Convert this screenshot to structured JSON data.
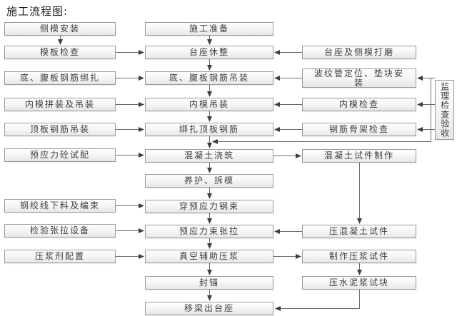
{
  "title": "施工流程图:",
  "colors": {
    "background": "#ffffff",
    "box_border": "#9a9a9a",
    "box_fill_top": "#fefefe",
    "box_fill_bottom": "#e7e7e7",
    "line": "#6b6b6b",
    "arrowhead": "#3f3f3f",
    "text": "#3d3d3d"
  },
  "nodes": {
    "side_mold_install": "侧模安装",
    "formwork_check": "模板检查",
    "bottom_web_rebar_binding": "底、腹板钢筋绑扎",
    "inner_mold_assembly": "内模拼装及吊装",
    "top_plate_rebar_hoist": "顶板钢筋吊装",
    "prestress_concrete_trial_mix": "预应力砼试配",
    "strand_cutting_bundling": "钢绞线下料及编束",
    "tension_equipment_check": "检验张拉设备",
    "grout_agent_prep": "压浆剂配置",
    "construction_prep": "施工准备",
    "pedestal_repair": "台座休整",
    "bottom_web_rebar_hoist": "底、腹板钢筋吊装",
    "inner_mold_hoist": "内模吊装",
    "top_plate_rebar_binding": "绑扎顶板钢筋",
    "concrete_pouring": "混凝土浇筑",
    "curing_demold": "养护、拆模",
    "thread_prestress_tendon": "穿预应力钢束",
    "tendon_tensioning": "预应力束张拉",
    "vacuum_grouting": "真空辅助压浆",
    "anchor_sealing": "封锚",
    "beam_removal": "移梁出台座",
    "pedestal_mold_grinding": "台座及侧模打磨",
    "duct_positioning": "波纹管定位、垫块安装",
    "inner_mold_check": "内模检查",
    "rebar_cage_check": "钢筋骨架检查",
    "concrete_specimen_making": "混凝土试件制作",
    "concrete_specimen_test": "压混凝土试件",
    "grout_specimen_making": "制作压浆试件",
    "cement_grout_block_test": "压水泥浆试块",
    "supervision_inspection": "监理检查验收"
  },
  "edges": [
    {
      "from": "side_mold_install",
      "to": "formwork_check"
    },
    {
      "from": "formwork_check",
      "to": "pedestal_repair"
    },
    {
      "from": "bottom_web_rebar_binding",
      "to": "bottom_web_rebar_hoist"
    },
    {
      "from": "inner_mold_assembly",
      "to": "inner_mold_hoist"
    },
    {
      "from": "top_plate_rebar_hoist",
      "to": "top_plate_rebar_binding"
    },
    {
      "from": "prestress_concrete_trial_mix",
      "to": "concrete_pouring"
    },
    {
      "from": "strand_cutting_bundling",
      "to": "thread_prestress_tendon"
    },
    {
      "from": "tension_equipment_check",
      "to": "tendon_tensioning"
    },
    {
      "from": "grout_agent_prep",
      "to": "vacuum_grouting"
    },
    {
      "from": "construction_prep",
      "to": "pedestal_repair"
    },
    {
      "from": "pedestal_repair",
      "to": "bottom_web_rebar_hoist"
    },
    {
      "from": "bottom_web_rebar_hoist",
      "to": "inner_mold_hoist"
    },
    {
      "from": "inner_mold_hoist",
      "to": "top_plate_rebar_binding"
    },
    {
      "from": "top_plate_rebar_binding",
      "to": "concrete_pouring"
    },
    {
      "from": "concrete_pouring",
      "to": "curing_demold"
    },
    {
      "from": "curing_demold",
      "to": "thread_prestress_tendon"
    },
    {
      "from": "thread_prestress_tendon",
      "to": "tendon_tensioning"
    },
    {
      "from": "tendon_tensioning",
      "to": "vacuum_grouting"
    },
    {
      "from": "vacuum_grouting",
      "to": "anchor_sealing"
    },
    {
      "from": "anchor_sealing",
      "to": "beam_removal"
    },
    {
      "from": "pedestal_mold_grinding",
      "to": "pedestal_repair"
    },
    {
      "from": "duct_positioning",
      "to": "bottom_web_rebar_hoist"
    },
    {
      "from": "inner_mold_check",
      "to": "inner_mold_hoist"
    },
    {
      "from": "rebar_cage_check",
      "to": "top_plate_rebar_binding"
    },
    {
      "from": "concrete_pouring",
      "to": "concrete_specimen_making"
    },
    {
      "from": "concrete_specimen_making",
      "to": "concrete_specimen_test"
    },
    {
      "from": "concrete_specimen_test",
      "to": "tendon_tensioning"
    },
    {
      "from": "vacuum_grouting",
      "to": "grout_specimen_making"
    },
    {
      "from": "grout_specimen_making",
      "to": "cement_grout_block_test"
    },
    {
      "from": "cement_grout_block_test",
      "to": "beam_removal"
    },
    {
      "from": "supervision_inspection",
      "to": "duct_positioning"
    },
    {
      "from": "supervision_inspection",
      "to": "inner_mold_check"
    },
    {
      "from": "supervision_inspection",
      "to": "rebar_cage_check"
    },
    {
      "from": "supervision_inspection",
      "to": "concrete_pouring"
    }
  ]
}
